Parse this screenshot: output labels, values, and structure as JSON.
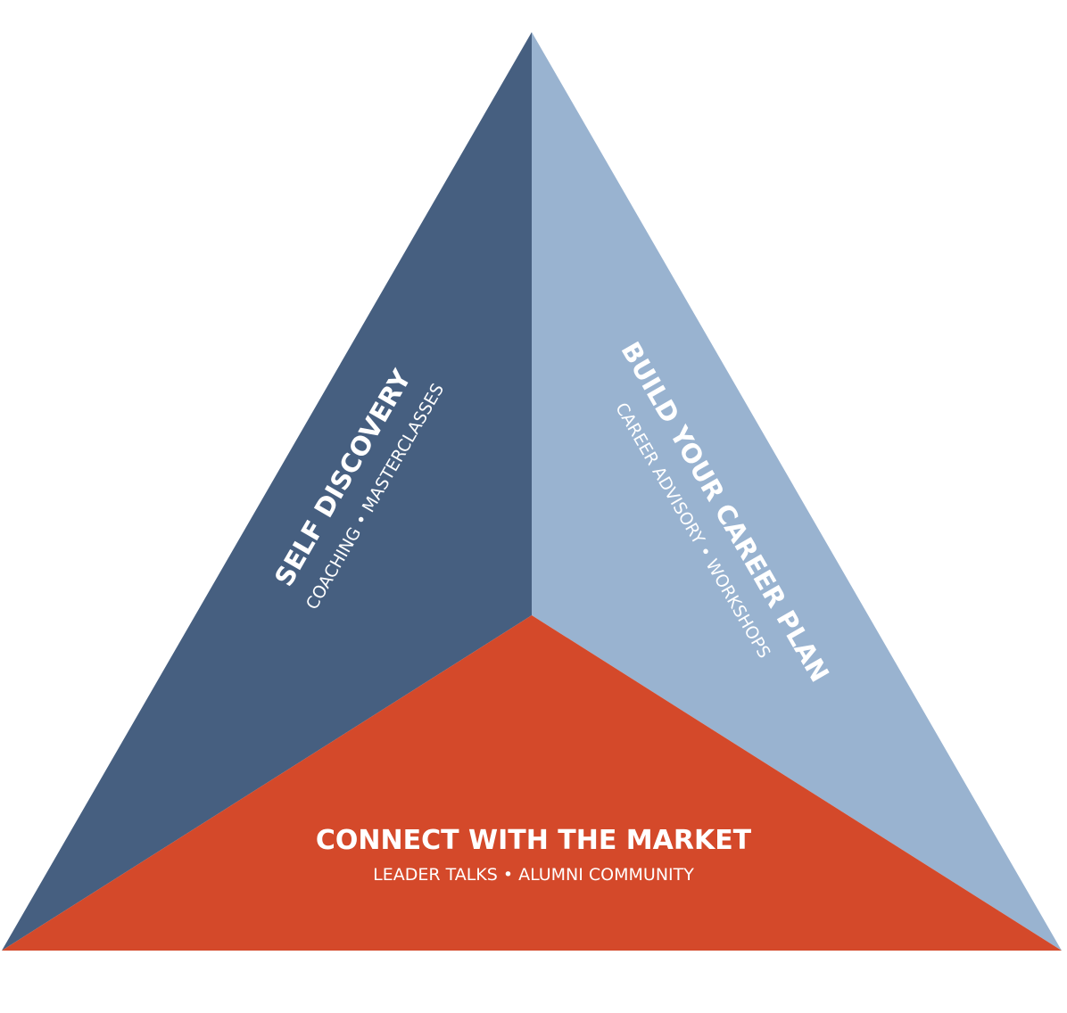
{
  "colors": {
    "left_face": "#465f80",
    "right_face": "#99b3d0",
    "bottom_face": "#d4492a",
    "text": "#ffffff",
    "background": "#ffffff"
  },
  "sections": {
    "self_discovery": {
      "title": "SELF DISCOVERY",
      "subtitle": "COACHING • MASTERCLASSES"
    },
    "career_plan": {
      "title": "BUILD YOUR CAREER PLAN",
      "subtitle": "CAREER ADVISORY • WORKSHOPS"
    },
    "market": {
      "title": "CONNECT WITH THE MARKET",
      "subtitle": "LEADER TALKS • ALUMNI COMMUNITY"
    }
  }
}
